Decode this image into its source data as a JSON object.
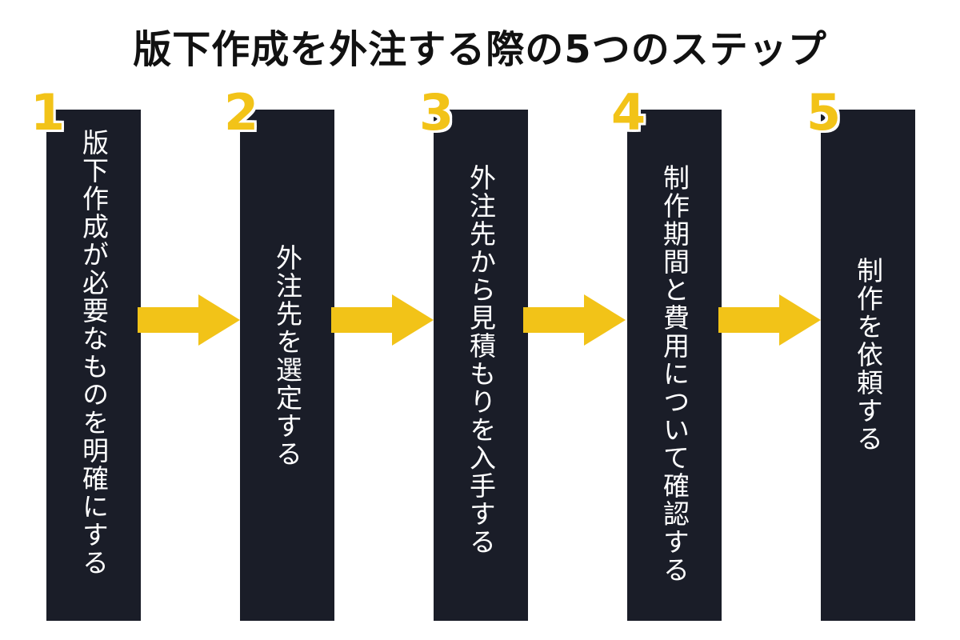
{
  "title": "版下作成を外注する際の5つのステップ",
  "accent_color": "#f2c318",
  "column_color": "#1a1d28",
  "steps": [
    {
      "number": "1",
      "text": "版下作成が必要なものを明確にする"
    },
    {
      "number": "2",
      "text": "外注先を選定する"
    },
    {
      "number": "3",
      "text": "外注先から見積もりを入手する"
    },
    {
      "number": "4",
      "text": "制作期間と費用について確認する"
    },
    {
      "number": "5",
      "text": "制作を依頼する"
    }
  ]
}
